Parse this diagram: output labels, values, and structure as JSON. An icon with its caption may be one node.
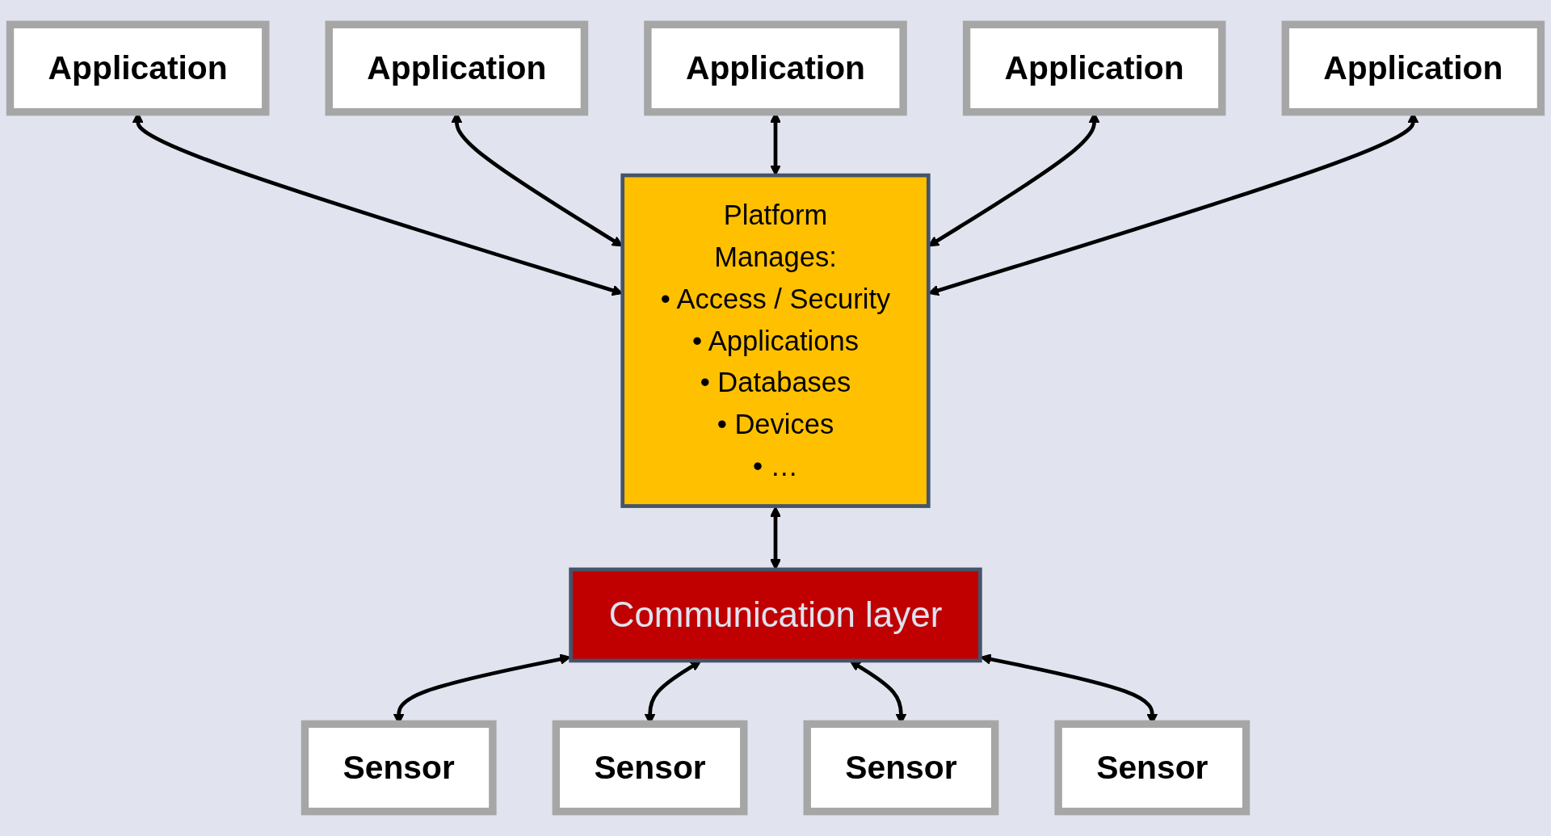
{
  "diagram": {
    "nodes": [
      {
        "text": [
          "Application"
        ]
      },
      {
        "text": [
          "Application"
        ]
      },
      {
        "text": [
          "Application"
        ]
      },
      {
        "text": [
          "Application"
        ]
      },
      {
        "text": [
          "Application"
        ]
      },
      {
        "text": [
          "Platform",
          "Manages:",
          "• Access / Security",
          "• Applications",
          "• Databases",
          "• Devices",
          "• …"
        ]
      },
      {
        "text": [
          "Communication layer"
        ]
      },
      {
        "text": [
          "Sensor"
        ]
      },
      {
        "text": [
          "Sensor"
        ]
      },
      {
        "text": [
          "Sensor"
        ]
      },
      {
        "text": [
          "Sensor"
        ]
      }
    ],
    "edges": [
      {
        "from": 0,
        "to": 5,
        "arrow": "both"
      },
      {
        "from": 1,
        "to": 5,
        "arrow": "both"
      },
      {
        "from": 2,
        "to": 5,
        "arrow": "both"
      },
      {
        "from": 3,
        "to": 5,
        "arrow": "both"
      },
      {
        "from": 4,
        "to": 5,
        "arrow": "both"
      },
      {
        "from": 5,
        "to": 6,
        "arrow": "both"
      },
      {
        "from": 6,
        "to": 7,
        "arrow": "both"
      },
      {
        "from": 6,
        "to": 8,
        "arrow": "both"
      },
      {
        "from": 6,
        "to": 9,
        "arrow": "both"
      },
      {
        "from": 6,
        "to": 10,
        "arrow": "both"
      }
    ]
  }
}
